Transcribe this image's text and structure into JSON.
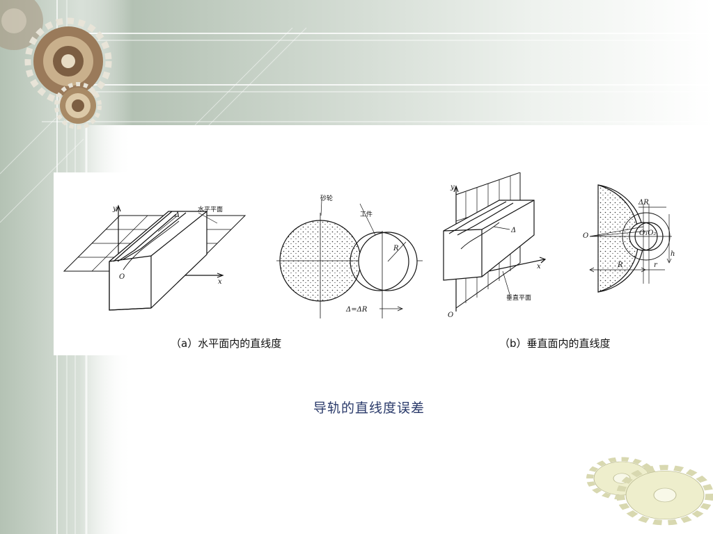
{
  "figure": {
    "caption_a": "（a）水平面内的直线度",
    "caption_b": "（b）垂直面内的直线度",
    "labels_a": {
      "y_axis": "y",
      "x_axis": "x",
      "origin": "O",
      "delta": "Δ",
      "horizontal_plane": "水平平面",
      "grinding_wheel": "砂轮",
      "workpiece": "工件",
      "radius": "R",
      "delta_eq": "Δ=ΔR"
    },
    "labels_b": {
      "y_axis": "y",
      "x_axis": "x",
      "origin": "O",
      "delta": "Δ",
      "vertical_plane": "垂直平面",
      "origin_right": "O",
      "delta_r": "ΔR",
      "o_centers": "O₁O₂",
      "radius_big": "R",
      "radius_small": "r",
      "h": "h"
    }
  },
  "slide_caption": "导轨的直线度误差",
  "colors": {
    "caption": "#2a3a6a",
    "bg_green": "#c8d4c8",
    "gear_bronze": "#9a7a5a",
    "gear_cream": "#eeeecc"
  },
  "icons": [
    "gear-icon",
    "gear-icon",
    "gear-icon",
    "gear-icon",
    "gear-icon"
  ]
}
